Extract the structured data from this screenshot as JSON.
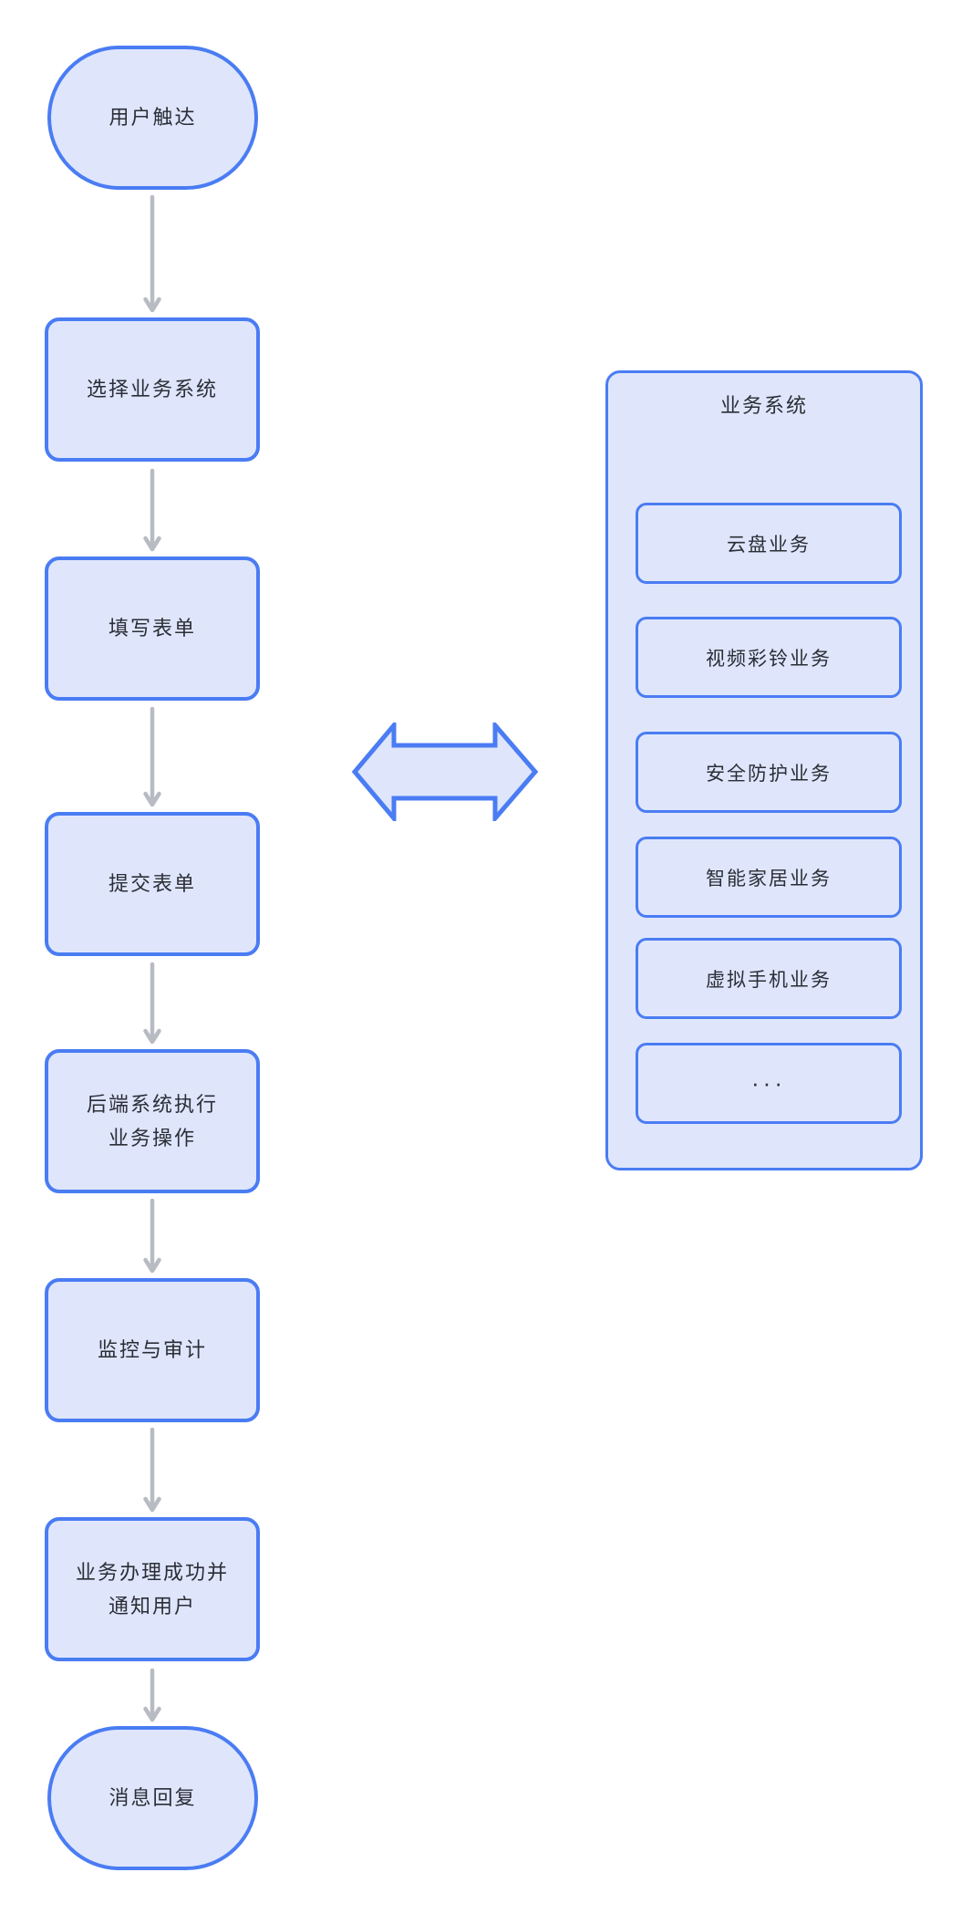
{
  "colors": {
    "shape_fill": "#dfe6fc",
    "shape_border": "#4a7cf3",
    "connector_gray": "#b8bcc2",
    "text": "#2b2e36"
  },
  "flow": {
    "nodes": [
      {
        "id": "user-reach",
        "shape": "oval",
        "label": "用户触达"
      },
      {
        "id": "select-business-system",
        "shape": "rect",
        "label": "选择业务系统"
      },
      {
        "id": "fill-form",
        "shape": "rect",
        "label": "填写表单"
      },
      {
        "id": "submit-form",
        "shape": "rect",
        "label": "提交表单"
      },
      {
        "id": "backend-execute",
        "shape": "rect",
        "label": "后端系统执行\n业务操作"
      },
      {
        "id": "monitor-audit",
        "shape": "rect",
        "label": "监控与审计"
      },
      {
        "id": "notify-user",
        "shape": "rect",
        "label": "业务办理成功并\n通知用户"
      },
      {
        "id": "message-reply",
        "shape": "oval",
        "label": "消息回复"
      }
    ]
  },
  "panel": {
    "title": "业务系统",
    "items": [
      {
        "label": "云盘业务"
      },
      {
        "label": "视频彩铃业务"
      },
      {
        "label": "安全防护业务"
      },
      {
        "label": "智能家居业务"
      },
      {
        "label": "虚拟手机业务"
      },
      {
        "label": "···"
      }
    ]
  }
}
